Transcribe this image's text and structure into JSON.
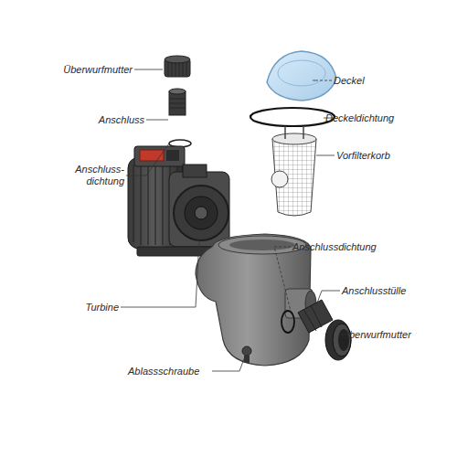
{
  "diagram": {
    "labels": [
      "Überwurfmutter",
      "Deckel",
      "Anschluss",
      "Deckeldichtung",
      "Vorfilterkorb",
      "Anschluss- dichtung",
      "Anschlussdichtung",
      "Anschlusstülle",
      "Turbine",
      "Ablassschraube",
      "Überwurfmutter"
    ]
  }
}
